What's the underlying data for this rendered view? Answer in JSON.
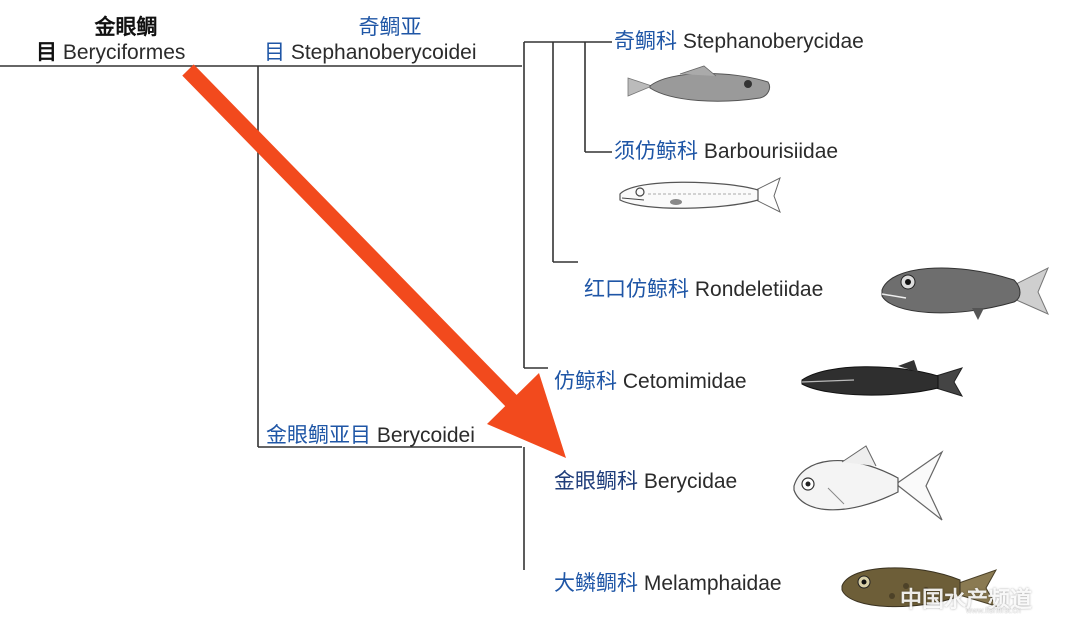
{
  "order": {
    "zh_top": "金眼鲷",
    "zh_bottom": "目",
    "latin": "Beryciformes"
  },
  "suborder1": {
    "zh_top": "奇鲷亚",
    "zh_bottom": "目",
    "latin": "Stephanoberycoidei"
  },
  "suborder2": {
    "zh": "金眼鲷亚目",
    "latin": "Berycoidei"
  },
  "families": [
    {
      "zh": "奇鲷科",
      "latin": "Stephanoberycidae"
    },
    {
      "zh": "须仿鲸科",
      "latin": "Barbourisiidae"
    },
    {
      "zh": "红口仿鲸科",
      "latin": "Rondeletiidae"
    },
    {
      "zh": "仿鲸科",
      "latin": "Cetomimidae"
    },
    {
      "zh": "金眼鲷科",
      "latin": "Berycidae"
    },
    {
      "zh": "大鳞鲷科",
      "latin": "Melamphaidae"
    }
  ],
  "colors": {
    "line": "#333333",
    "arrow": "#f24a1d",
    "chinese_label": "#1f56a6"
  },
  "watermark": {
    "text": "中国水产频道",
    "sub": "www.fishfirst.cn"
  }
}
